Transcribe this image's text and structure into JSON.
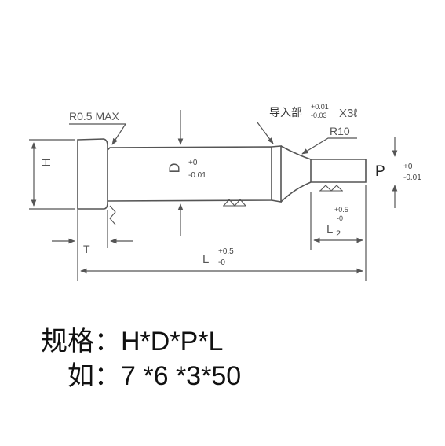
{
  "labels": {
    "r_max": "R0.5 MAX",
    "guide": "导入部",
    "guide_tol_upper": "+0.01",
    "guide_tol_lower": "-0.03",
    "guide_len": "X3ℓ",
    "r10": "R10",
    "h": "H",
    "d": "D",
    "d_tol_upper": "+0",
    "d_tol_lower": "-0.01",
    "p": "P",
    "p_tol_upper": "+0",
    "p_tol_lower": "-0.01",
    "t": "T",
    "l": "L",
    "l_tol_upper": "+0.5",
    "l_tol_lower": "-0",
    "l2": "L",
    "l2_sub": "2",
    "l2_tol_upper": "+0.5",
    "l2_tol_lower": "-0"
  },
  "spec": {
    "line1": "规格：H*D*P*L",
    "line2": "如：7 *6 *3*50"
  }
}
